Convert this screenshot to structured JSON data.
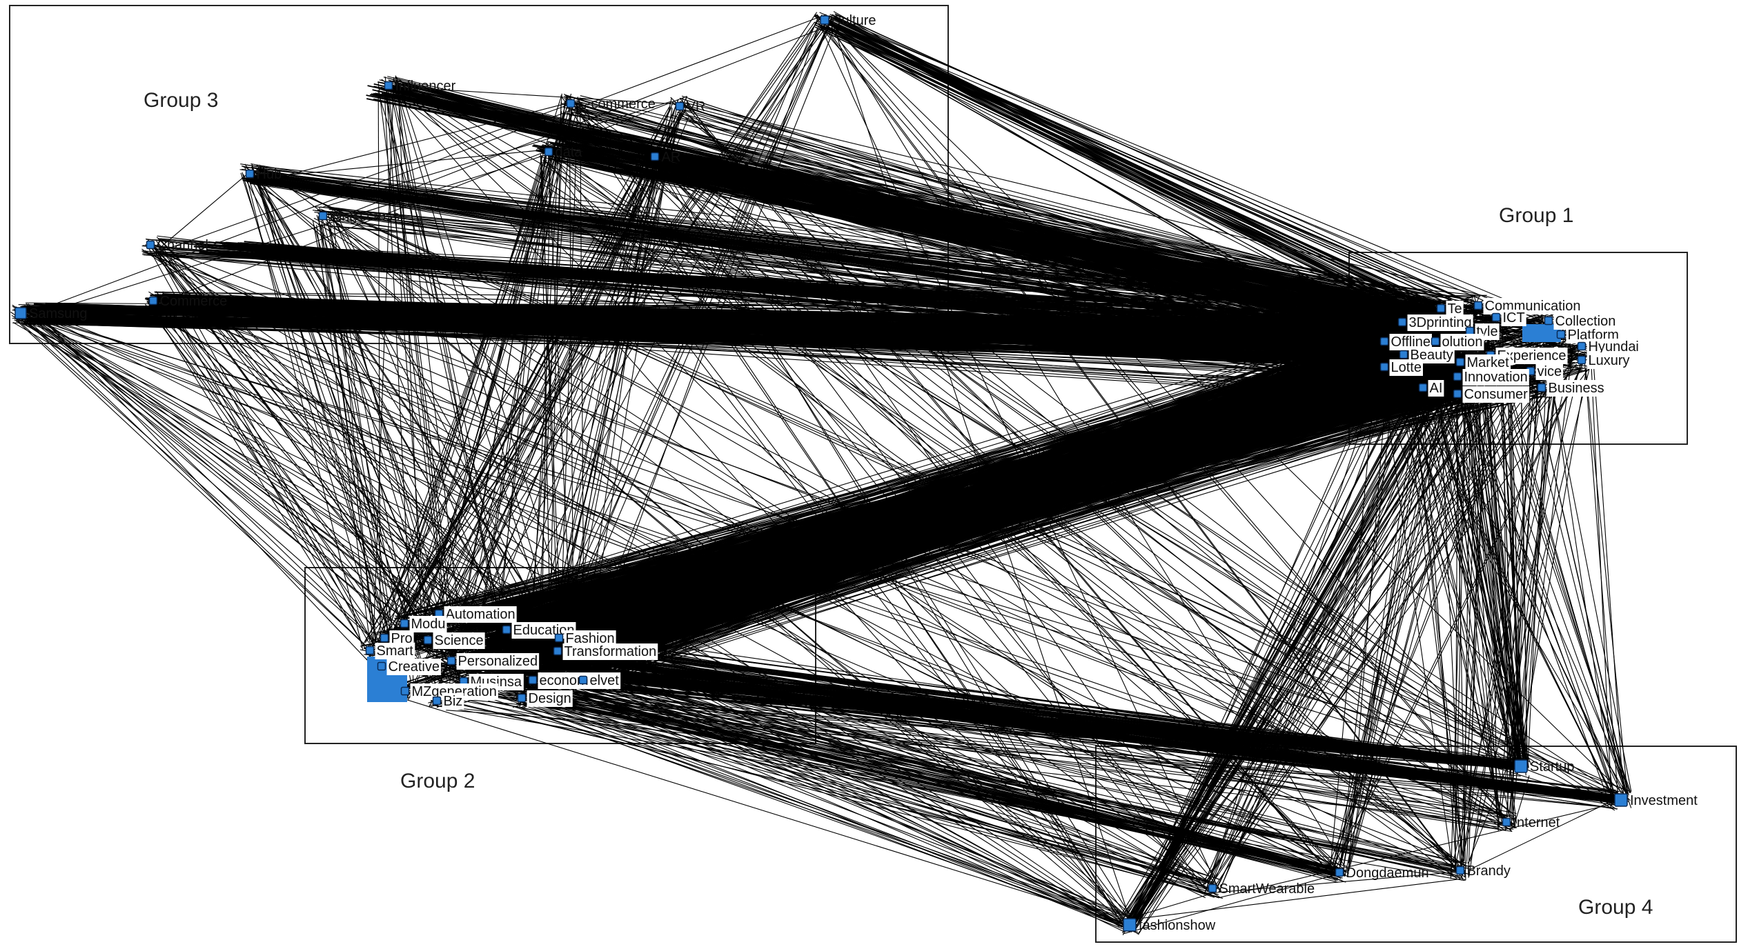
{
  "groups": [
    {
      "id": "g1",
      "label": "Group 1"
    },
    {
      "id": "g2",
      "label": "Group 2"
    },
    {
      "id": "g3",
      "label": "Group 3"
    },
    {
      "id": "g4",
      "label": "Group 4"
    }
  ],
  "nodes": [
    {
      "id": "Culture",
      "label": "Culture",
      "group": "g3"
    },
    {
      "id": "Influencer",
      "label": "Influencer",
      "group": "g3"
    },
    {
      "id": "E-commerce",
      "label": "E-commerce",
      "group": "g3"
    },
    {
      "id": "VR",
      "label": "VR",
      "group": "g3"
    },
    {
      "id": "data",
      "label": "data",
      "group": "g3"
    },
    {
      "id": "AR",
      "label": "AR",
      "group": "g3"
    },
    {
      "id": "Hub",
      "label": "Hub",
      "group": "g3"
    },
    {
      "id": "Kingscross",
      "label": "King'scross",
      "group": "g3"
    },
    {
      "id": "Channel",
      "label": "Channel",
      "group": "g3"
    },
    {
      "id": "Commerce",
      "label": "Commerce",
      "group": "g3"
    },
    {
      "id": "Samsung",
      "label": "Samsung",
      "group": "g3"
    },
    {
      "id": "Communication",
      "label": "Communication",
      "group": "g1"
    },
    {
      "id": "Te",
      "label": "Te",
      "group": "g1"
    },
    {
      "id": "ICT",
      "label": "ICT",
      "group": "g1"
    },
    {
      "id": "Collection",
      "label": "Collection",
      "group": "g1"
    },
    {
      "id": "3Dprinting",
      "label": "3Dprinting",
      "group": "g1"
    },
    {
      "id": "tyle",
      "label": "tyle",
      "group": "g1"
    },
    {
      "id": "Platform",
      "label": "Platform",
      "group": "g1"
    },
    {
      "id": "Offline",
      "label": "Offline",
      "group": "g1"
    },
    {
      "id": "olution",
      "label": "olution",
      "group": "g1"
    },
    {
      "id": "Hyundai",
      "label": "Hyundai",
      "group": "g1"
    },
    {
      "id": "Beauty",
      "label": "Beauty",
      "group": "g1"
    },
    {
      "id": "Experience",
      "label": "Experience",
      "group": "g1"
    },
    {
      "id": "Luxury",
      "label": "Luxury",
      "group": "g1"
    },
    {
      "id": "Lotte",
      "label": "Lotte",
      "group": "g1"
    },
    {
      "id": "Market",
      "label": "Market",
      "group": "g1"
    },
    {
      "id": "vice",
      "label": "vice",
      "group": "g1"
    },
    {
      "id": "Innovation",
      "label": "Innovation",
      "group": "g1"
    },
    {
      "id": "AI",
      "label": "AI",
      "group": "g1"
    },
    {
      "id": "Business",
      "label": "Business",
      "group": "g1"
    },
    {
      "id": "Consumer",
      "label": "Consumer",
      "group": "g1"
    },
    {
      "id": "Automation",
      "label": "Automation",
      "group": "g2"
    },
    {
      "id": "Modu",
      "label": "Modu",
      "group": "g2"
    },
    {
      "id": "Education",
      "label": "Education",
      "group": "g2"
    },
    {
      "id": "Pro",
      "label": "Pro",
      "group": "g2"
    },
    {
      "id": "Science",
      "label": "Science",
      "group": "g2"
    },
    {
      "id": "Fashion",
      "label": "Fashion",
      "group": "g2"
    },
    {
      "id": "Smart",
      "label": "Smart",
      "group": "g2"
    },
    {
      "id": "Transformation",
      "label": "Transformation",
      "group": "g2"
    },
    {
      "id": "Creative",
      "label": "Creative",
      "group": "g2"
    },
    {
      "id": "Personalized",
      "label": "Personalized",
      "group": "g2"
    },
    {
      "id": "Musinsa",
      "label": "Musinsa",
      "group": "g2"
    },
    {
      "id": "economy",
      "label": "economy",
      "group": "g2"
    },
    {
      "id": "elvet",
      "label": "elvet",
      "group": "g2"
    },
    {
      "id": "MZgeneration",
      "label": "MZgeneration",
      "group": "g2"
    },
    {
      "id": "Design",
      "label": "Design",
      "group": "g2"
    },
    {
      "id": "Biz",
      "label": "Biz",
      "group": "g2"
    },
    {
      "id": "Startup",
      "label": "Startup",
      "group": "g4"
    },
    {
      "id": "Investment",
      "label": "Investment",
      "group": "g4"
    },
    {
      "id": "Internet",
      "label": "Internet",
      "group": "g4"
    },
    {
      "id": "Dongdaemun",
      "label": "Dongdaemun",
      "group": "g4"
    },
    {
      "id": "Brandy",
      "label": "Brandy",
      "group": "g4"
    },
    {
      "id": "SmartWearable",
      "label": "SmartWearable",
      "group": "g4"
    },
    {
      "id": "fashionshow",
      "label": "fashionshow",
      "group": "g4"
    }
  ],
  "colors": {
    "node_fill": "#2b7fd4",
    "node_stroke": "#0a2a55",
    "edge": "#000000",
    "group_box": "#222222",
    "label_text": "#111111",
    "label_bg": "#ffffff"
  }
}
